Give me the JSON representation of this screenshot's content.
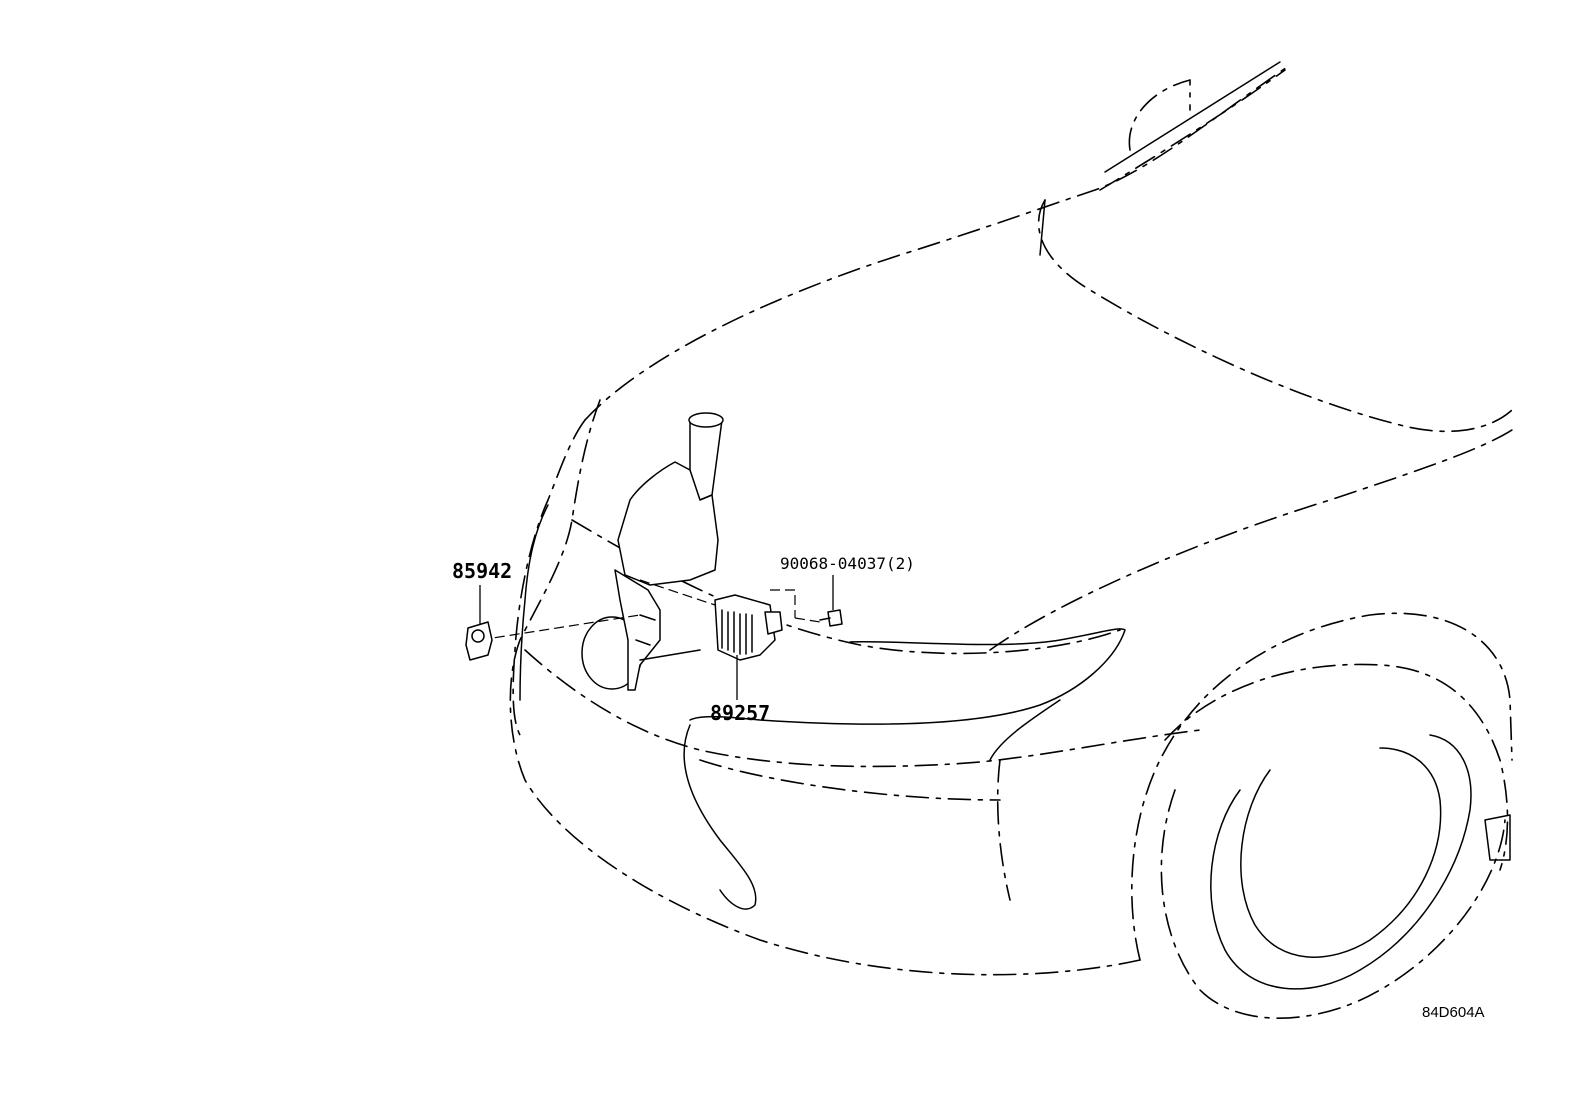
{
  "callouts": {
    "horn": "85942",
    "bolt": "90068-04037(2)",
    "module": "89257"
  },
  "diagram_code": "84D604A"
}
